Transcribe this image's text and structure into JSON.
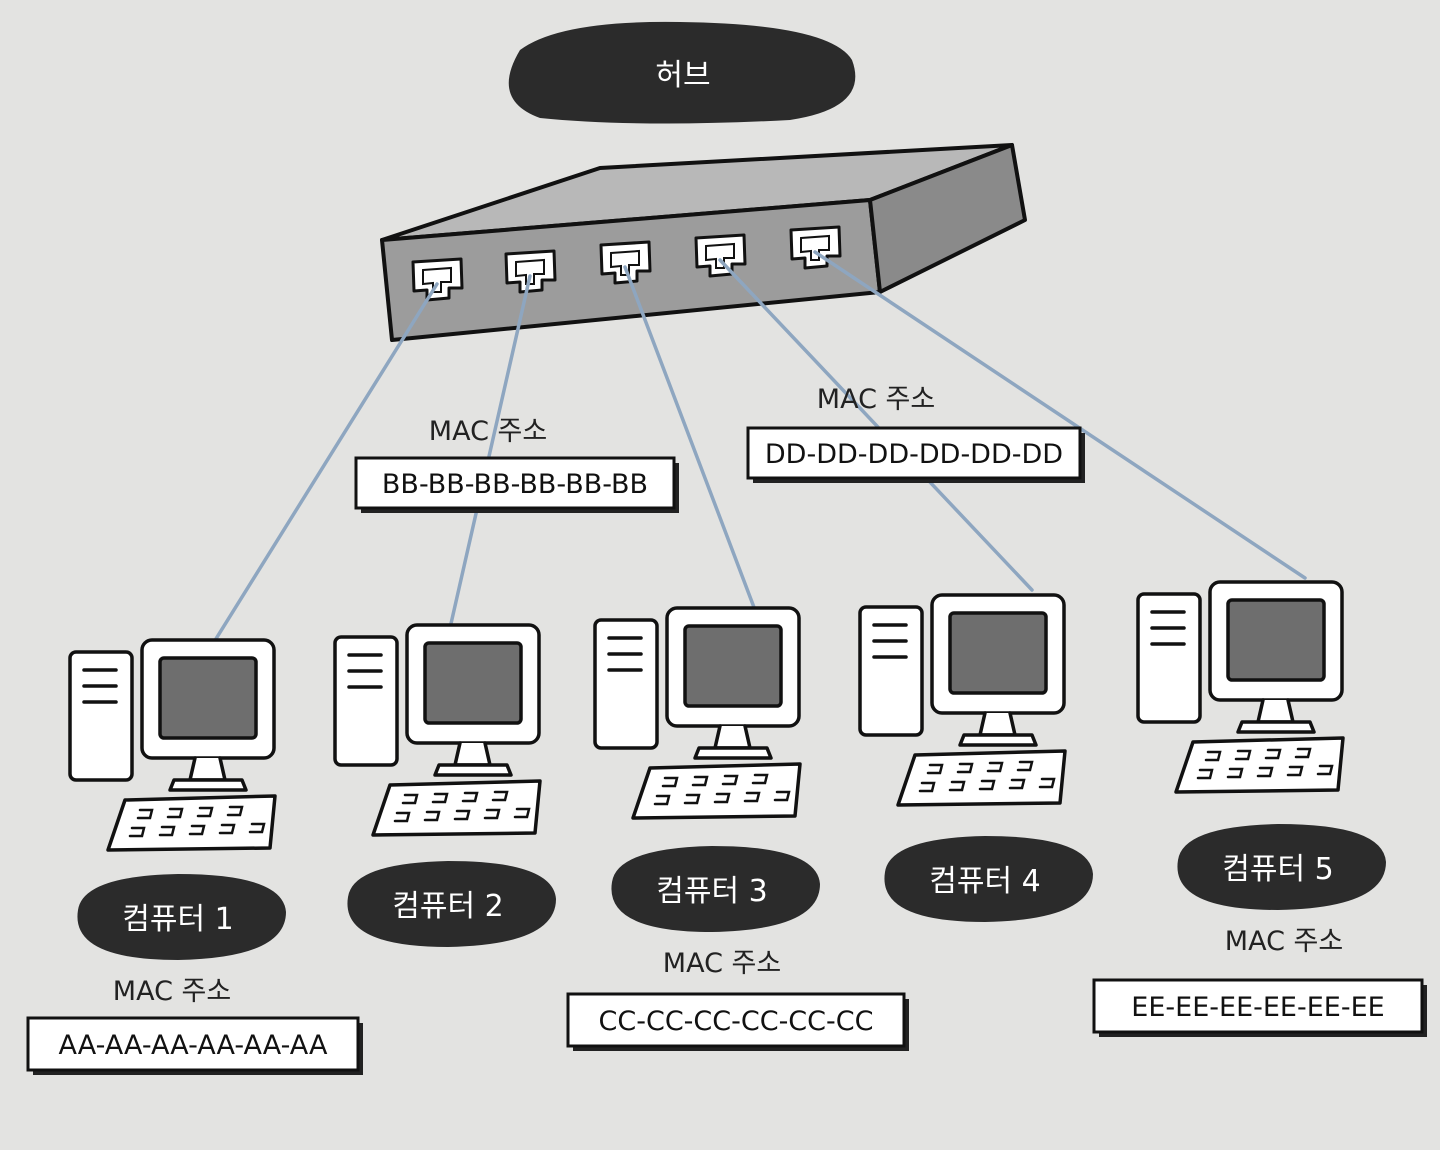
{
  "hub": {
    "label": "허브",
    "port_count": 5
  },
  "mac_label": "MAC 주소",
  "computers": [
    {
      "name": "컴퓨터 1",
      "mac": "AA-AA-AA-AA-AA-AA"
    },
    {
      "name": "컴퓨터 2",
      "mac": "BB-BB-BB-BB-BB-BB"
    },
    {
      "name": "컴퓨터 3",
      "mac": "CC-CC-CC-CC-CC-CC"
    },
    {
      "name": "컴퓨터 4",
      "mac": "DD-DD-DD-DD-DD-DD"
    },
    {
      "name": "컴퓨터 5",
      "mac": "EE-EE-EE-EE-EE-EE"
    }
  ],
  "colors": {
    "background": "#e3e3e1",
    "hub_face": "#9c9c9c",
    "hub_top": "#b8b8b8",
    "hub_side": "#8a8a8a",
    "cable": "#8ea6c0",
    "label_pill": "#2b2b2b",
    "screen": "#6e6e6e"
  }
}
